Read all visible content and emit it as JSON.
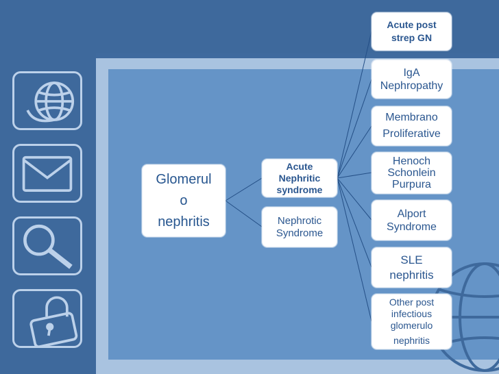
{
  "sidebar": {
    "icons": [
      "globe-icon",
      "envelope-icon",
      "magnifier-icon",
      "padlock-icon"
    ]
  },
  "diagram": {
    "root": {
      "lines": [
        "Glomerul",
        "o",
        "nephritis"
      ]
    },
    "syndromes": [
      {
        "lines": [
          "Acute",
          "Nephritic",
          "syndrome"
        ],
        "bold": true
      },
      {
        "lines": [
          "Nephrotic",
          "Syndrome"
        ],
        "bold": false
      }
    ],
    "causes": [
      {
        "lines": [
          "Acute post",
          "strep GN"
        ],
        "bold": true
      },
      {
        "lines": [
          "IgA",
          "Nephropathy"
        ],
        "bold": false
      },
      {
        "lines": [
          "Membrano",
          "Proliferative"
        ],
        "bold": false
      },
      {
        "lines": [
          "Henoch",
          "Schonlein",
          "Purpura"
        ],
        "bold": false
      },
      {
        "lines": [
          "Alport",
          "Syndrome"
        ],
        "bold": false
      },
      {
        "lines": [
          "SLE",
          "nephritis"
        ],
        "bold": false
      },
      {
        "lines": [
          "Other post",
          "infectious",
          "glomerulo",
          "nephritis"
        ],
        "bold": false
      }
    ]
  },
  "colors": {
    "background": "#3e699c",
    "panel": "#6594c7",
    "frame": "#a9c3e0",
    "node_text": "#2a568f"
  }
}
